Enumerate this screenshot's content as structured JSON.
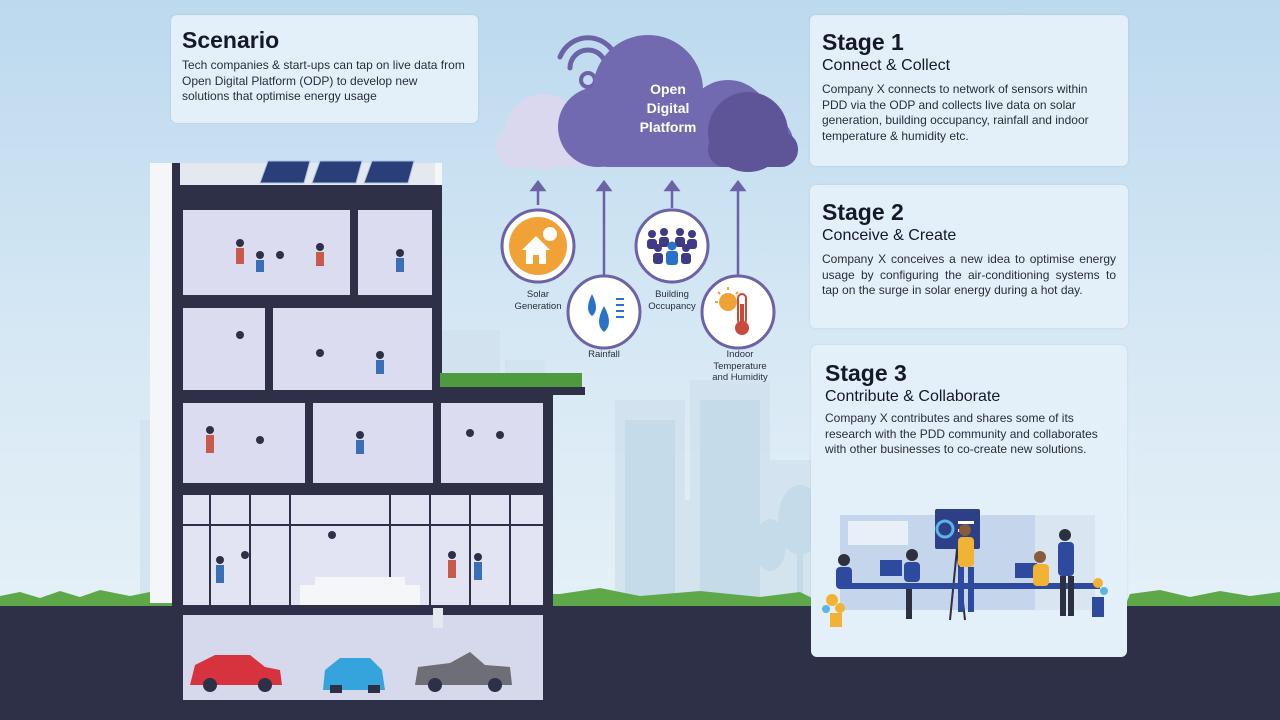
{
  "scenario": {
    "title": "Scenario",
    "text": "Tech companies & start-ups can tap on live data from Open Digital Platform (ODP) to develop new solutions that optimise energy usage"
  },
  "cloud": {
    "line1": "Open",
    "line2": "Digital",
    "line3": "Platform"
  },
  "data_sources": [
    {
      "line1": "Solar",
      "line2": "Generation",
      "icon": "solar-house-icon"
    },
    {
      "line1": "Rainfall",
      "line2": "",
      "icon": "rain-drops-icon"
    },
    {
      "line1": "Building",
      "line2": "Occupancy",
      "icon": "people-group-icon"
    },
    {
      "line1": "Indoor",
      "line2": "Temperature",
      "line3": "and Humidity",
      "icon": "thermometer-sun-icon"
    }
  ],
  "stages": [
    {
      "title": "Stage 1",
      "subtitle": "Connect & Collect",
      "text": "Company X connects to network of sensors within PDD via the ODP and collects live data on solar generation, building occupancy, rainfall and indoor temperature & humidity etc."
    },
    {
      "title": "Stage 2",
      "subtitle": "Conceive & Create",
      "text": "Company X conceives a new idea to optimise energy usage by configuring the air-conditioning systems to tap on the surge in solar energy during a hot day."
    },
    {
      "title": "Stage 3",
      "subtitle": "Contribute & Collaborate",
      "text": "Company X contributes and shares some of its research with the PDD community and collaborates with other businesses to co-create new solutions."
    }
  ],
  "colors": {
    "accent": "#6b63a6",
    "cloud": "#726ab0",
    "dark": "#2e3048",
    "card": "#e3f0fa"
  }
}
